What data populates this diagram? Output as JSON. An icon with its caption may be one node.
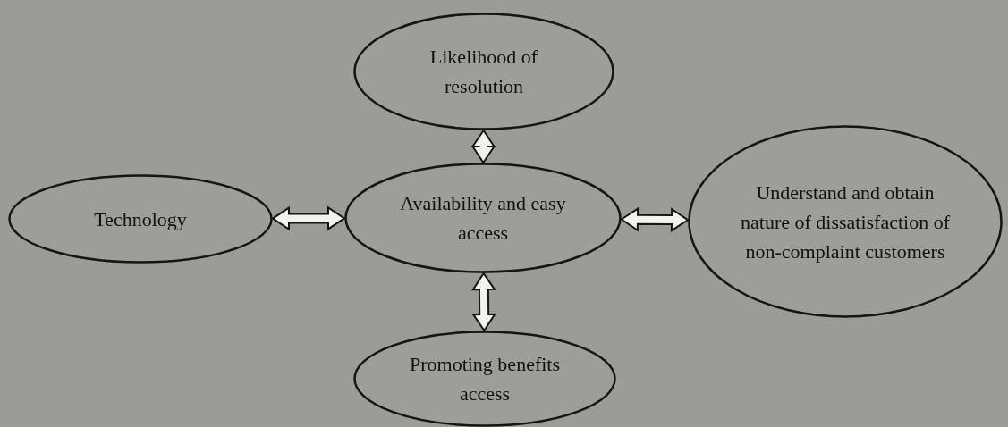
{
  "diagram": {
    "nodes": [
      {
        "text": [
          "Likelihood of resolution"
        ]
      },
      {
        "text": [
          "Technology"
        ]
      },
      {
        "text": [
          "Availability and easy access"
        ]
      },
      {
        "text": [
          "Understand and obtain nature of dissatisfaction of non-complaint customers"
        ]
      },
      {
        "text": [
          "Promoting benefits access"
        ]
      }
    ],
    "edges": [
      {
        "from": 0,
        "to": 2,
        "arrow": "both"
      },
      {
        "from": 1,
        "to": 2,
        "arrow": "both"
      },
      {
        "from": 2,
        "to": 3,
        "arrow": "both"
      },
      {
        "from": 2,
        "to": 4,
        "arrow": "both"
      }
    ]
  }
}
